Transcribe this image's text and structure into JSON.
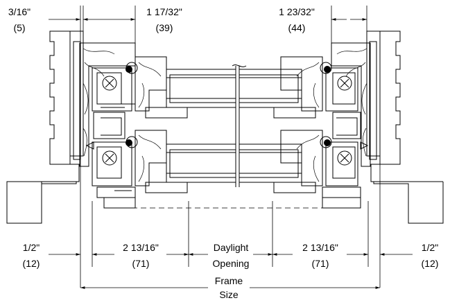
{
  "dimensions": {
    "top_left": {
      "imperial": "3/16\"",
      "metric": "(5)"
    },
    "top_center_left": {
      "imperial": "1 17/32\"",
      "metric": "(39)"
    },
    "top_center_right": {
      "imperial": "1 23/32\"",
      "metric": "(44)"
    },
    "bottom_left": {
      "imperial": "1/2\"",
      "metric": "(12)"
    },
    "bottom_center_left": {
      "imperial": "2 13/16\"",
      "metric": "(71)"
    },
    "daylight": {
      "line1": "Daylight",
      "line2": "Opening"
    },
    "bottom_center_right": {
      "imperial": "2 13/16\"",
      "metric": "(71)"
    },
    "bottom_right": {
      "imperial": "1/2\"",
      "metric": "(12)"
    },
    "frame_size": {
      "line1": "Frame",
      "line2": "Size"
    }
  }
}
